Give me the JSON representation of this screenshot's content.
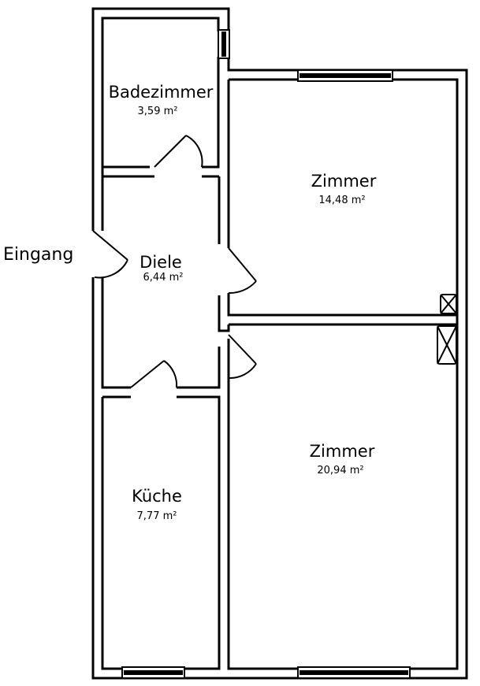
{
  "floorplan": {
    "entrance_label": "Eingang",
    "rooms": [
      {
        "id": "bath",
        "name": "Badezimmer",
        "area": "3,59 m²"
      },
      {
        "id": "hall",
        "name": "Diele",
        "area": "6,44 m²"
      },
      {
        "id": "room1",
        "name": "Zimmer",
        "area": "14,48 m²"
      },
      {
        "id": "room2",
        "name": "Zimmer",
        "area": "20,94 m²"
      },
      {
        "id": "kitchen",
        "name": "Küche",
        "area": "7,77 m²"
      }
    ],
    "colors": {
      "wall": "#000000",
      "fill": "#ffffff"
    }
  }
}
